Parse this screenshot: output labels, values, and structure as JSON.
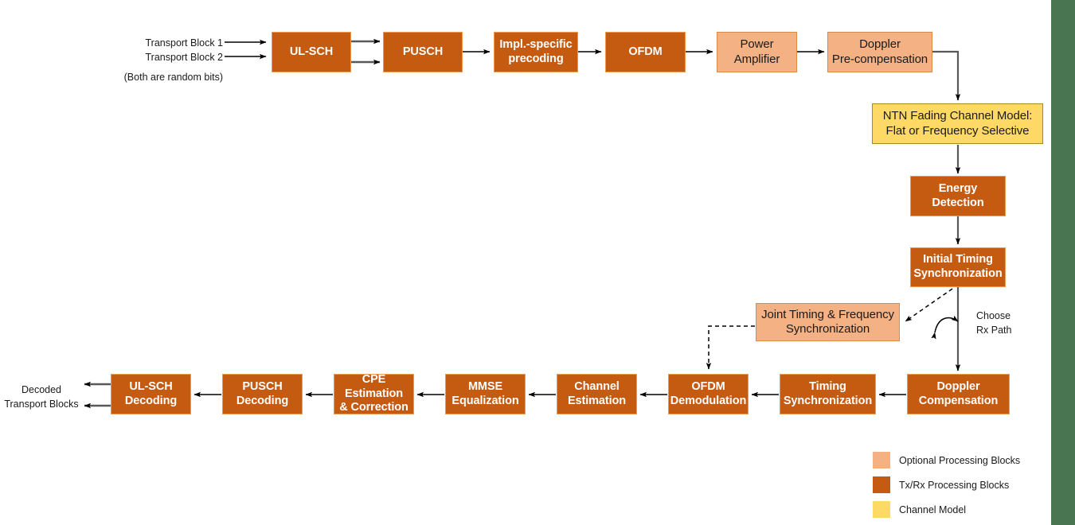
{
  "page": {
    "background": "#ffffff",
    "right_strip_color": "#497550"
  },
  "colors": {
    "txrx_fill": "#C55A11",
    "txrx_border": "#ED9B54",
    "optional_fill": "#F4B183",
    "optional_border": "#D98A47",
    "channel_fill": "#FFD965",
    "channel_border": "#A88A20",
    "arrow_black": "#000000",
    "arrow_gray": "#595959"
  },
  "tx_chain": {
    "blocks": [
      {
        "id": "ul-sch",
        "label": "UL-SCH",
        "kind": "txrx"
      },
      {
        "id": "pusch",
        "label": "PUSCH",
        "kind": "txrx"
      },
      {
        "id": "impl-precoding",
        "label": "Impl.-specific\nprecoding",
        "kind": "txrx"
      },
      {
        "id": "ofdm",
        "label": "OFDM",
        "kind": "txrx"
      },
      {
        "id": "power-amplifier",
        "label": "Power\nAmplifier",
        "kind": "optional"
      },
      {
        "id": "doppler-precompensation",
        "label": "Doppler\nPre-compensation",
        "kind": "optional"
      }
    ]
  },
  "channel": {
    "block": {
      "id": "ntn-fading-channel-model",
      "label": "NTN Fading Channel Model:\nFlat or Frequency Selective",
      "kind": "channel"
    }
  },
  "rx_sync_chain": {
    "blocks": [
      {
        "id": "energy-detection",
        "label": "Energy\nDetection",
        "kind": "txrx"
      },
      {
        "id": "initial-timing-synchronization",
        "label": "Initial Timing\nSynchronization",
        "kind": "txrx"
      },
      {
        "id": "joint-timing-frequency-synchronization",
        "label": "Joint Timing & Frequency\nSynchronization",
        "kind": "optional"
      }
    ]
  },
  "rx_chain": {
    "blocks": [
      {
        "id": "doppler-compensation",
        "label": "Doppler\nCompensation",
        "kind": "txrx"
      },
      {
        "id": "timing-synchronization",
        "label": "Timing\nSynchronization",
        "kind": "txrx"
      },
      {
        "id": "ofdm-demodulation",
        "label": "OFDM\nDemodulation",
        "kind": "txrx"
      },
      {
        "id": "channel-estimation",
        "label": "Channel\nEstimation",
        "kind": "txrx"
      },
      {
        "id": "mmse-equalization",
        "label": "MMSE\nEqualization",
        "kind": "txrx"
      },
      {
        "id": "cpe-estimation-correction",
        "label": "CPE Estimation\n&  Correction",
        "kind": "txrx"
      },
      {
        "id": "pusch-decoding",
        "label": "PUSCH\nDecoding",
        "kind": "txrx"
      },
      {
        "id": "ul-sch-decoding",
        "label": "UL-SCH\nDecoding",
        "kind": "txrx"
      }
    ]
  },
  "annotations": {
    "input_line1": "Transport Block 1",
    "input_line2": "Transport Block 2",
    "input_line3": "(Both are random bits)",
    "output": "Decoded\nTransport Blocks",
    "choose_rx_path": "Choose\nRx Path"
  },
  "legend": {
    "items": [
      {
        "color": "#F4B183",
        "label": "Optional Processing Blocks"
      },
      {
        "color": "#C55A11",
        "label": "Tx/Rx Processing Blocks"
      },
      {
        "color": "#FFD965",
        "label": "Channel Model"
      }
    ]
  }
}
